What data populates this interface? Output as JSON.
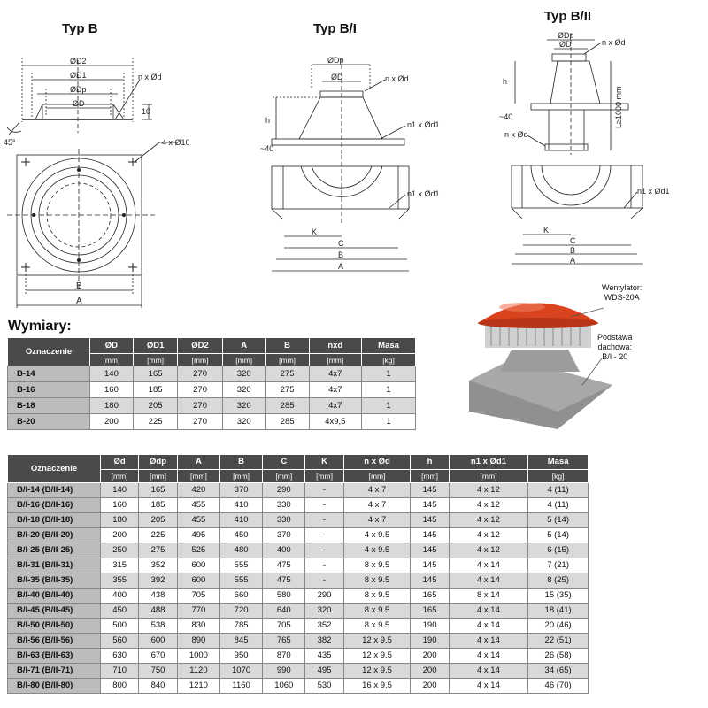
{
  "drawings": {
    "typ_b": {
      "title": "Typ B",
      "labels": [
        "ØD2",
        "ØD1",
        "ØDp",
        "ØD",
        "n x Ød",
        "10",
        "45°",
        "4 x Ø10",
        "B",
        "A"
      ]
    },
    "typ_b1": {
      "title": "Typ B/I",
      "labels": [
        "ØDp",
        "ØD",
        "n x Ød",
        "h",
        "n1 x Ød1",
        "~40",
        "n1 x Ød1",
        "K",
        "C",
        "B",
        "A"
      ]
    },
    "typ_b2": {
      "title": "Typ B/II",
      "labels": [
        "ØDp",
        "ØD",
        "n x Ød",
        "h",
        "~40",
        "L≥1000 mm",
        "n x Ød",
        "n1 x Ød1",
        "K",
        "C",
        "B",
        "A"
      ]
    }
  },
  "photo": {
    "fan_label": [
      "Wentylator:",
      "WDS-20A"
    ],
    "base_label": [
      "Podstawa",
      "dachowa:",
      "B/I - 20"
    ],
    "colors": {
      "hood": "#d9441f",
      "base": "#9c9c9e"
    }
  },
  "section_title": "Wymiary:",
  "table1": {
    "headers": [
      "Oznaczenie",
      "ØD",
      "ØD1",
      "ØD2",
      "A",
      "B",
      "nxd",
      "Masa"
    ],
    "units": [
      "[mm]",
      "[mm]",
      "[mm]",
      "[mm]",
      "[mm]",
      "[mm]",
      "[kg]"
    ],
    "rows": [
      [
        "B-14",
        "140",
        "165",
        "270",
        "320",
        "275",
        "4x7",
        "1"
      ],
      [
        "B-16",
        "160",
        "185",
        "270",
        "320",
        "275",
        "4x7",
        "1"
      ],
      [
        "B-18",
        "180",
        "205",
        "270",
        "320",
        "285",
        "4x7",
        "1"
      ],
      [
        "B-20",
        "200",
        "225",
        "270",
        "320",
        "285",
        "4x9,5",
        "1"
      ]
    ]
  },
  "table2": {
    "headers": [
      "Oznaczenie",
      "Ød",
      "Ødp",
      "A",
      "B",
      "C",
      "K",
      "n x Ød",
      "h",
      "n1 x Ød1",
      "Masa"
    ],
    "units": [
      "[mm]",
      "[mm]",
      "[mm]",
      "[mm]",
      "[mm]",
      "[mm]",
      "[mm]",
      "[mm]",
      "[mm]",
      "[kg]"
    ],
    "rows": [
      [
        "B/I-14 (B/II-14)",
        "140",
        "165",
        "420",
        "370",
        "290",
        "-",
        "4 x 7",
        "145",
        "4 x 12",
        "4 (11)"
      ],
      [
        "B/I-16 (B/II-16)",
        "160",
        "185",
        "455",
        "410",
        "330",
        "-",
        "4 x 7",
        "145",
        "4 x 12",
        "4 (11)"
      ],
      [
        "B/I-18 (B/II-18)",
        "180",
        "205",
        "455",
        "410",
        "330",
        "-",
        "4 x 7",
        "145",
        "4 x 12",
        "5 (14)"
      ],
      [
        "B/I-20 (B/II-20)",
        "200",
        "225",
        "495",
        "450",
        "370",
        "-",
        "4 x 9.5",
        "145",
        "4 x 12",
        "5 (14)"
      ],
      [
        "B/I-25 (B/II-25)",
        "250",
        "275",
        "525",
        "480",
        "400",
        "-",
        "4 x 9.5",
        "145",
        "4 x 12",
        "6 (15)"
      ],
      [
        "B/I-31 (B/II-31)",
        "315",
        "352",
        "600",
        "555",
        "475",
        "-",
        "8 x 9.5",
        "145",
        "4 x 14",
        "7 (21)"
      ],
      [
        "B/I-35 (B/II-35)",
        "355",
        "392",
        "600",
        "555",
        "475",
        "-",
        "8 x 9.5",
        "145",
        "4 x 14",
        "8 (25)"
      ],
      [
        "B/I-40 (B/II-40)",
        "400",
        "438",
        "705",
        "660",
        "580",
        "290",
        "8 x 9.5",
        "165",
        "8 x 14",
        "15 (35)"
      ],
      [
        "B/I-45 (B/II-45)",
        "450",
        "488",
        "770",
        "720",
        "640",
        "320",
        "8 x 9.5",
        "165",
        "4 x 14",
        "18 (41)"
      ],
      [
        "B/I-50 (B/II-50)",
        "500",
        "538",
        "830",
        "785",
        "705",
        "352",
        "8 x 9.5",
        "190",
        "4 x 14",
        "20 (46)"
      ],
      [
        "B/I-56 (B/II-56)",
        "560",
        "600",
        "890",
        "845",
        "765",
        "382",
        "12 x 9.5",
        "190",
        "4 x 14",
        "22 (51)"
      ],
      [
        "B/I-63 (B/II-63)",
        "630",
        "670",
        "1000",
        "950",
        "870",
        "435",
        "12 x 9.5",
        "200",
        "4 x 14",
        "26 (58)"
      ],
      [
        "B/I-71 (B/II-71)",
        "710",
        "750",
        "1120",
        "1070",
        "990",
        "495",
        "12 x 9.5",
        "200",
        "4 x 14",
        "34 (65)"
      ],
      [
        "B/I-80 (B/II-80)",
        "800",
        "840",
        "1210",
        "1160",
        "1060",
        "530",
        "16 x 9.5",
        "200",
        "4 x 14",
        "46 (70)"
      ]
    ]
  }
}
